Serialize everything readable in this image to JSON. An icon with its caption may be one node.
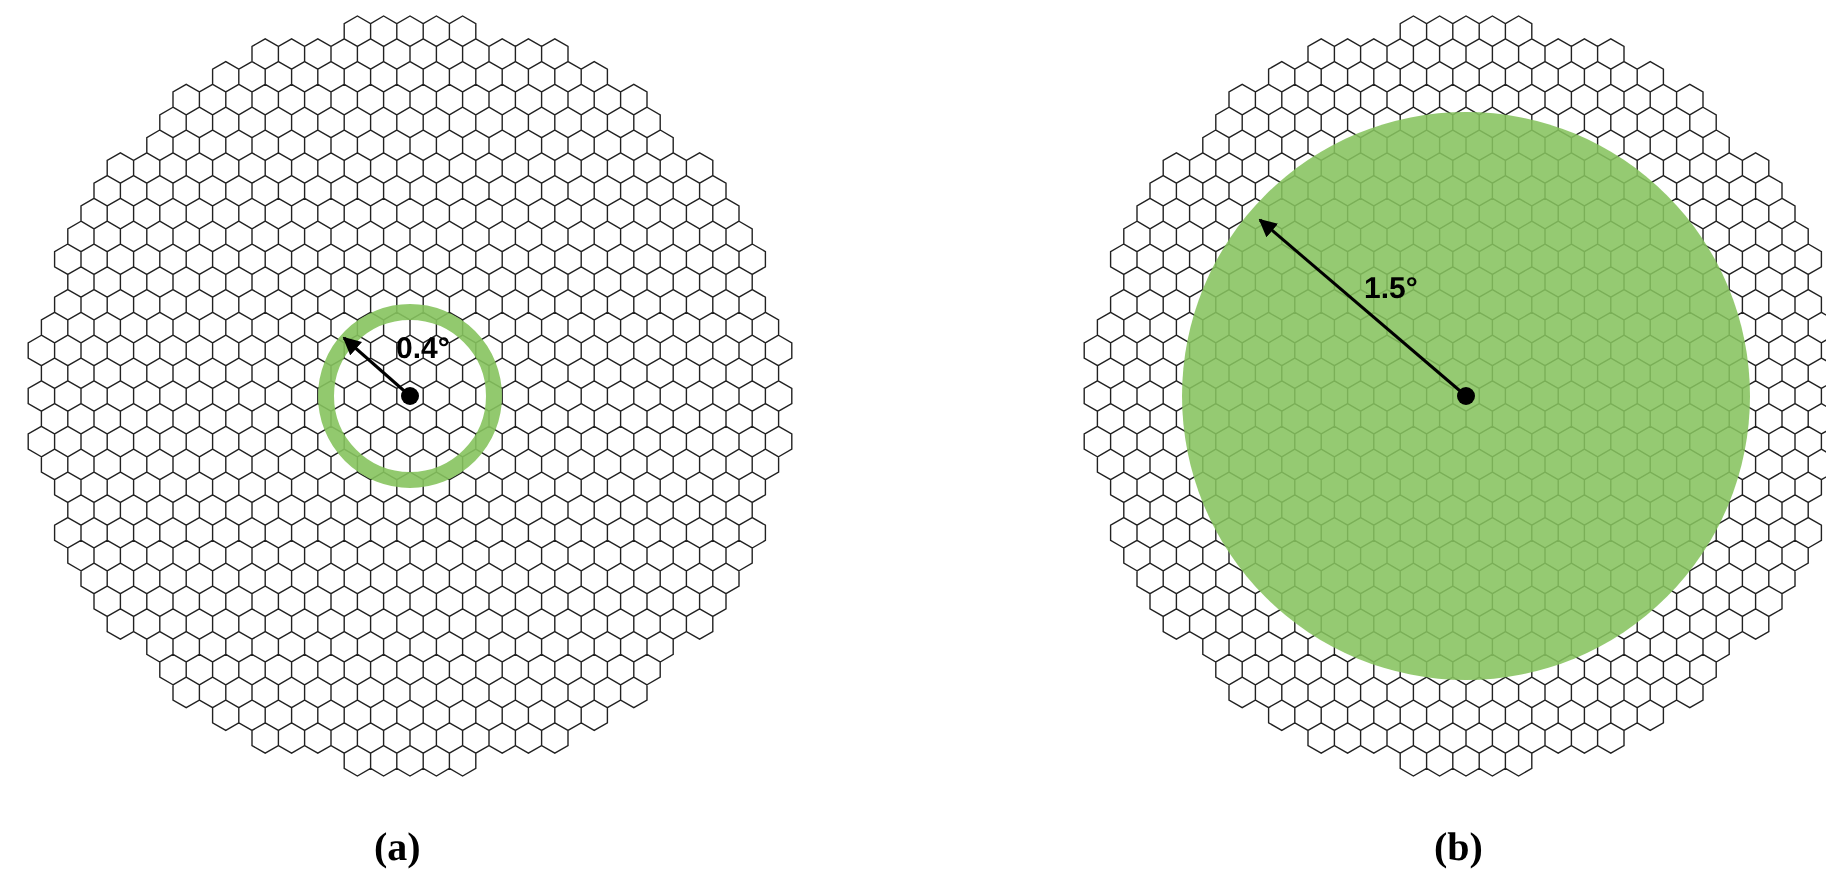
{
  "diagram": {
    "labels": [
      "0.4°",
      "1.5°",
      "(a)",
      "(b)"
    ]
  }
}
